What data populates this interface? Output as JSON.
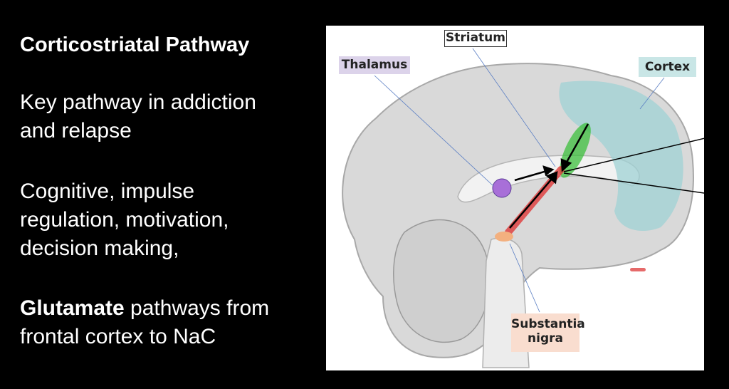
{
  "slide": {
    "title": "Corticostriatal Pathway",
    "para1": [
      "Key pathway in addiction",
      "and relapse"
    ],
    "para2": [
      "Cognitive, impulse",
      "regulation, motivation,",
      "decision making,"
    ],
    "para3": {
      "bold": "Glutamate",
      "rest": " pathways from",
      "line2": "frontal cortex to NaC"
    }
  },
  "diagram": {
    "labels": {
      "striatum": "Striatum",
      "thalamus": "Thalamus",
      "cortex": "Cortex",
      "substantia_nigra": [
        "Substantia",
        "nigra"
      ]
    },
    "colors": {
      "thalamus": "#dcd3ea",
      "cortex": "#c9e6e6",
      "substantia_nigra": "#f9ddcf",
      "thalamus_dot": "#a86fd8",
      "cortex_region": "#9fd2d4",
      "green_path": "#3cbf3c",
      "red_path": "#e03a3a"
    }
  }
}
